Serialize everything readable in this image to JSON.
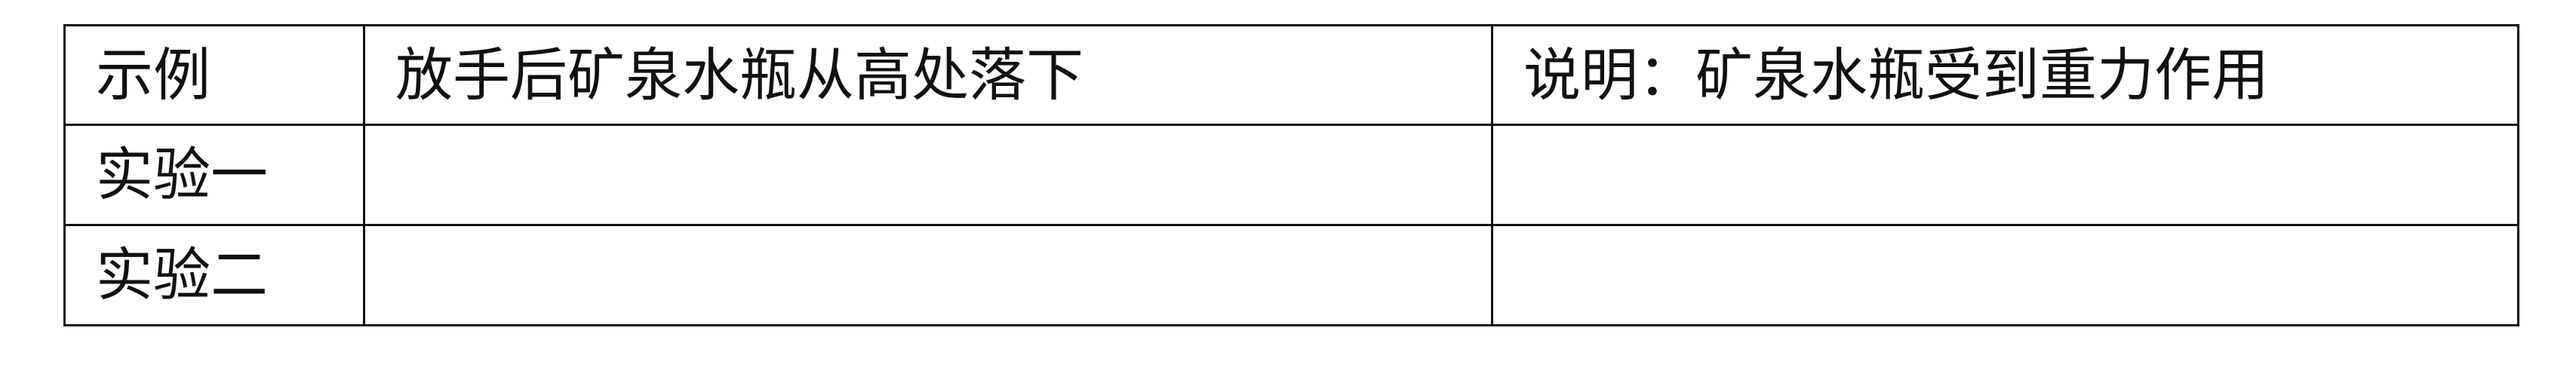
{
  "table": {
    "header": {
      "label": "示例",
      "phenomenon": "放手后矿泉水瓶从高处落下",
      "explanation": "说明：矿泉水瓶受到重力作用"
    },
    "rows": [
      {
        "label": "实验一",
        "phenomenon": "",
        "explanation": ""
      },
      {
        "label": "实验二",
        "phenomenon": "",
        "explanation": ""
      }
    ]
  }
}
